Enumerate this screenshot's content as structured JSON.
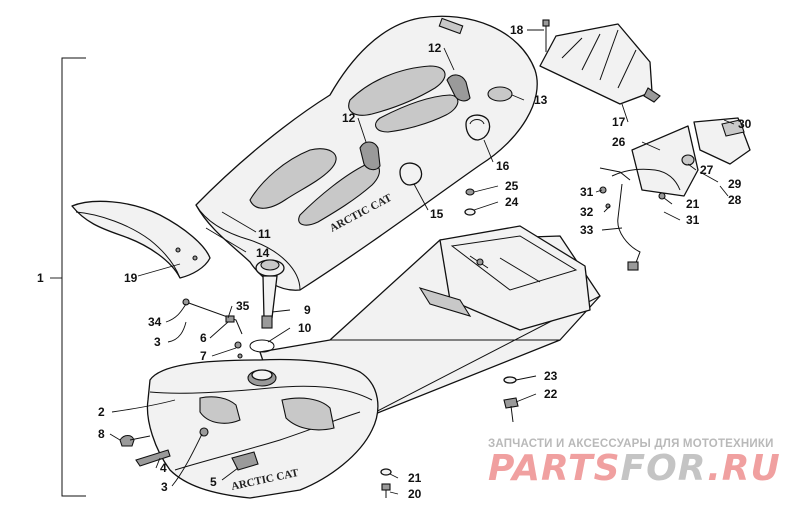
{
  "callouts": [
    {
      "id": "c1",
      "text": "1"
    },
    {
      "id": "c2",
      "text": "2"
    },
    {
      "id": "c3a",
      "text": "3"
    },
    {
      "id": "c3b",
      "text": "3"
    },
    {
      "id": "c4",
      "text": "4"
    },
    {
      "id": "c5",
      "text": "5"
    },
    {
      "id": "c6",
      "text": "6"
    },
    {
      "id": "c7",
      "text": "7"
    },
    {
      "id": "c8",
      "text": "8"
    },
    {
      "id": "c9",
      "text": "9"
    },
    {
      "id": "c10",
      "text": "10"
    },
    {
      "id": "c11",
      "text": "11"
    },
    {
      "id": "c12a",
      "text": "12"
    },
    {
      "id": "c12b",
      "text": "12"
    },
    {
      "id": "c13",
      "text": "13"
    },
    {
      "id": "c14",
      "text": "14"
    },
    {
      "id": "c15",
      "text": "15"
    },
    {
      "id": "c16",
      "text": "16"
    },
    {
      "id": "c17",
      "text": "17"
    },
    {
      "id": "c18",
      "text": "18"
    },
    {
      "id": "c19",
      "text": "19"
    },
    {
      "id": "c20",
      "text": "20"
    },
    {
      "id": "c21a",
      "text": "21"
    },
    {
      "id": "c21b",
      "text": "21"
    },
    {
      "id": "c22",
      "text": "22"
    },
    {
      "id": "c23",
      "text": "23"
    },
    {
      "id": "c24",
      "text": "24"
    },
    {
      "id": "c25",
      "text": "25"
    },
    {
      "id": "c26",
      "text": "26"
    },
    {
      "id": "c27",
      "text": "27"
    },
    {
      "id": "c28",
      "text": "28"
    },
    {
      "id": "c29",
      "text": "29"
    },
    {
      "id": "c30",
      "text": "30"
    },
    {
      "id": "c31a",
      "text": "31"
    },
    {
      "id": "c31b",
      "text": "31"
    },
    {
      "id": "c32",
      "text": "32"
    },
    {
      "id": "c33",
      "text": "33"
    },
    {
      "id": "c34",
      "text": "34"
    },
    {
      "id": "c35",
      "text": "35"
    }
  ],
  "seat_logo": "ARCTIC CAT",
  "tank_logo": "ARCTIC CAT",
  "watermark": {
    "tagline": "ЗАПЧАСТИ И АКСЕССУАРЫ ДЛЯ МОТОТЕХНИКИ",
    "brand_part1": "PARTS",
    "brand_part2": "FOR",
    "brand_part3": ".RU",
    "color_red": "#f0a0a0",
    "color_grey": "#c4c4c4"
  }
}
